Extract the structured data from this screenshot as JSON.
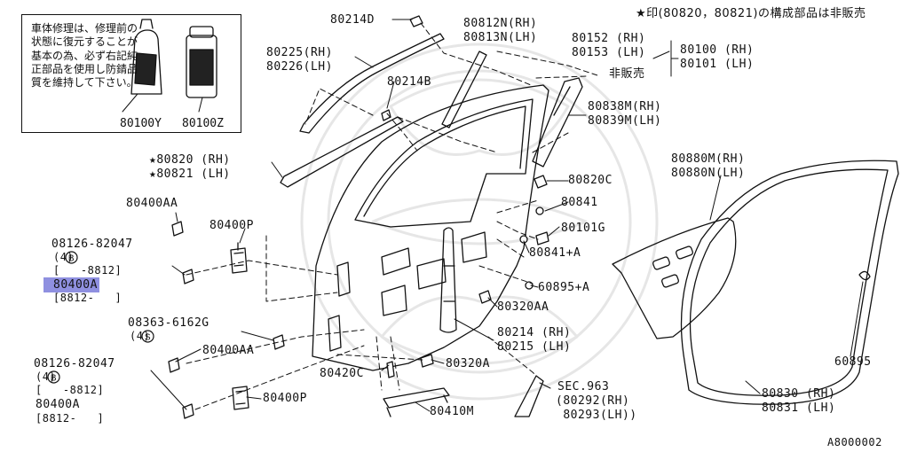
{
  "note_box": {
    "text": "車体修理は、修理前の状態に復元することが基本の為、必ず右記純正部品を使用し防錆品質を維持して下さい。",
    "products": [
      "80100Y",
      "80100Z"
    ]
  },
  "header_note": "★印(80820，80821)の構成部品は非販売",
  "not_sold": "非販売",
  "diagram_code": "A8000002",
  "labels": {
    "p80214D": "80214D",
    "p80812N": "80812N(RH)",
    "p80813N": "80813N(LH)",
    "p80152": "80152 (RH)",
    "p80153": "80153 (LH)",
    "p80100": "80100 (RH)",
    "p80101": "80101 (LH)",
    "p80225": "80225(RH)",
    "p80226": "80226(LH)",
    "p80214B": "80214B",
    "p80838M": "80838M(RH)",
    "p80839M": "80839M(LH)",
    "p80820": "★80820 (RH)",
    "p80821": "★80821 (LH)",
    "p80820C": "80820C",
    "p80841": "80841",
    "p80101G": "80101G",
    "p80841A": "80841+A",
    "p60895A": "60895+A",
    "p80320AA": "80320AA",
    "p80214": "80214 (RH)",
    "p80215": "80215 (LH)",
    "p80320A": "80320A",
    "p80420C": "80420C",
    "p80410M": "80410M",
    "pSEC963": "SEC.963",
    "p80292": "(80292(RH)",
    "p80293": " 80293(LH))",
    "p80880M": "80880M(RH)",
    "p80880N": "80880N(LH)",
    "p60895": "60895",
    "p80830": "80830 (RH)",
    "p80831": "80831 (LH)",
    "p80400AA_top": "80400AA",
    "p80400P_top": "80400P",
    "bolt1_code": "08126-82047",
    "bolt1_qty": "(4)",
    "bolt1_range1": "[   -8812]",
    "bolt1_part": "80400A",
    "bolt1_range2": "[8812-   ]",
    "screw_code": "08363-6162G",
    "screw_qty": "(4)",
    "p80400AA_bot": "80400AA",
    "bolt2_code": "08126-82047",
    "bolt2_qty": "(4)",
    "bolt2_range1": "[   -8812]",
    "bolt2_part": "80400A",
    "bolt2_range2": "[8812-   ]",
    "p80400P_bot": "80400P",
    "badge_b": "B",
    "badge_s": "S"
  },
  "colors": {
    "highlight": "#8f90e0",
    "ink": "#111111",
    "watermark": "#e6e6e6"
  }
}
